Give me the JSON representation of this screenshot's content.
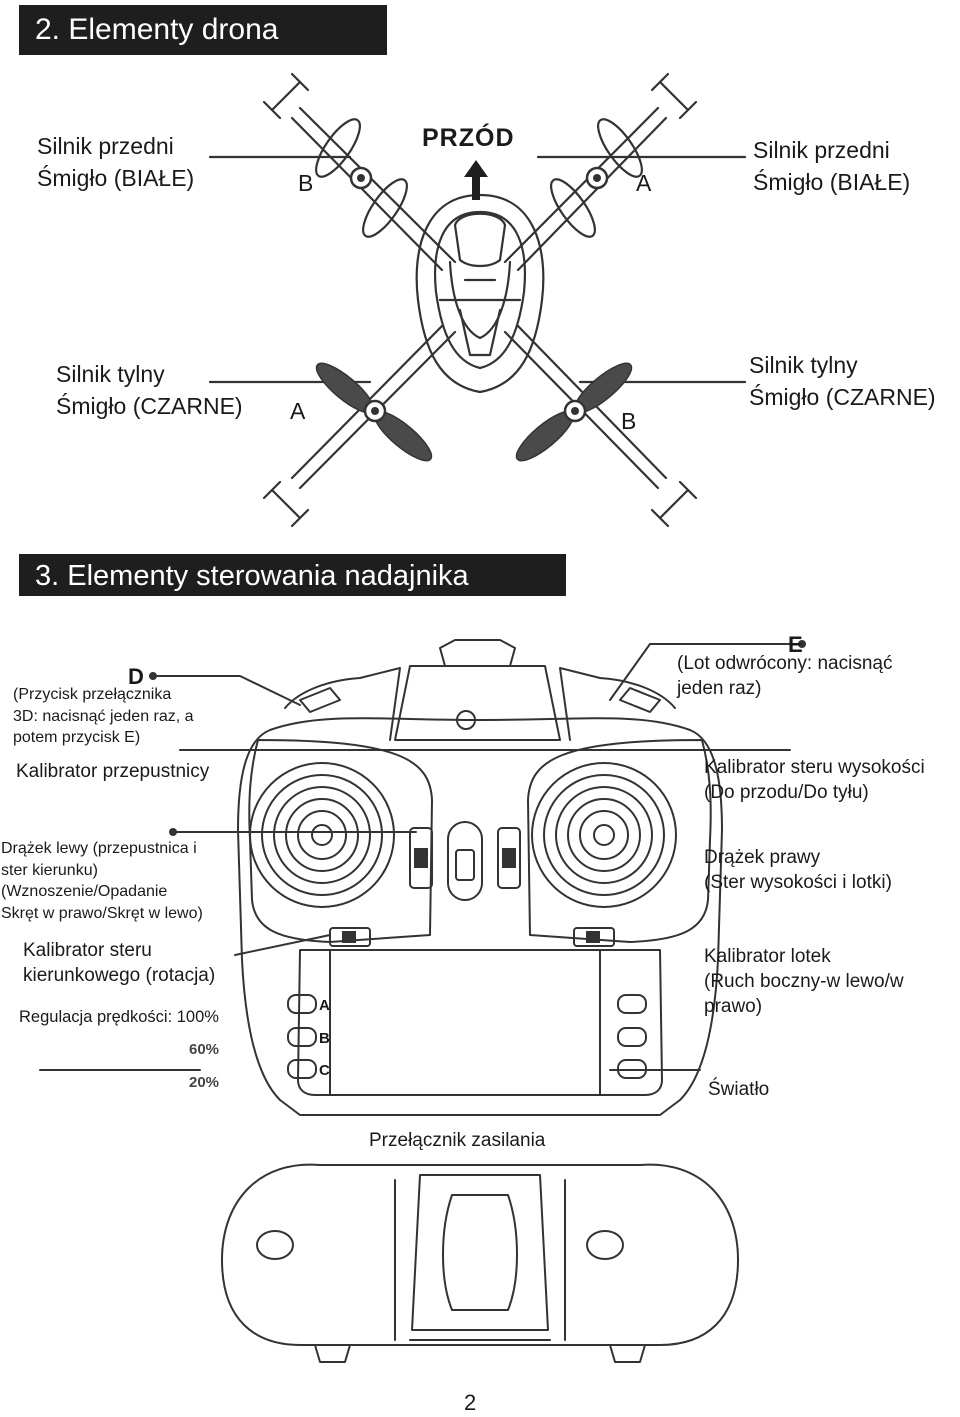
{
  "section2": {
    "title": "2. Elementy drona",
    "front_label": "PRZÓD",
    "front_left": "Silnik przedni\nŚmigło (BIAŁE)",
    "front_right": "Silnik przedni\nŚmigło (BIAŁE)",
    "rear_left": "Silnik tylny\nŚmigło (CZARNE)",
    "rear_right": "Silnik tylny\nŚmigło (CZARNE)",
    "rotor_front_left": "B",
    "rotor_front_right": "A",
    "rotor_rear_left": "A",
    "rotor_rear_right": "B"
  },
  "section3": {
    "title": "3. Elementy sterowania nadajnika",
    "key_d": "D",
    "key_e": "E",
    "d_desc": "(Przycisk przełącznika\n3D: nacisnąć jeden raz, a\npotem przycisk E)",
    "e_desc": "(Lot odwrócony: nacisnąć\njeden raz)",
    "throttle_trim": "Kalibrator przepustnicy",
    "elevator_trim": "Kalibrator steru wysokości\n(Do przodu/Do tyłu)",
    "left_stick": "Drążek lewy (przepustnica i\nster kierunku)\n(Wznoszenie/Opadanie\nSkręt w prawo/Skręt w lewo)",
    "right_stick": "Drążek prawy\n(Ster wysokości i lotki)",
    "rudder_trim": "Kalibrator steru\nkierunkowego (rotacja)",
    "aileron_trim": "Kalibrator lotek\n(Ruch boczny-w lewo/w\nprawo)",
    "speed": "Regulacja prędkości: 100%",
    "speed_60": "60%",
    "speed_20": "20%",
    "btn_a": "A",
    "btn_b": "B",
    "btn_c": "C",
    "light": "Światło",
    "power_switch": "Przełącznik zasilania"
  },
  "page_number": "2",
  "colors": {
    "header_bg": "#1e1e1e",
    "header_text": "#ffffff",
    "line": "#333333",
    "black_propeller": "#4a4a4a"
  }
}
